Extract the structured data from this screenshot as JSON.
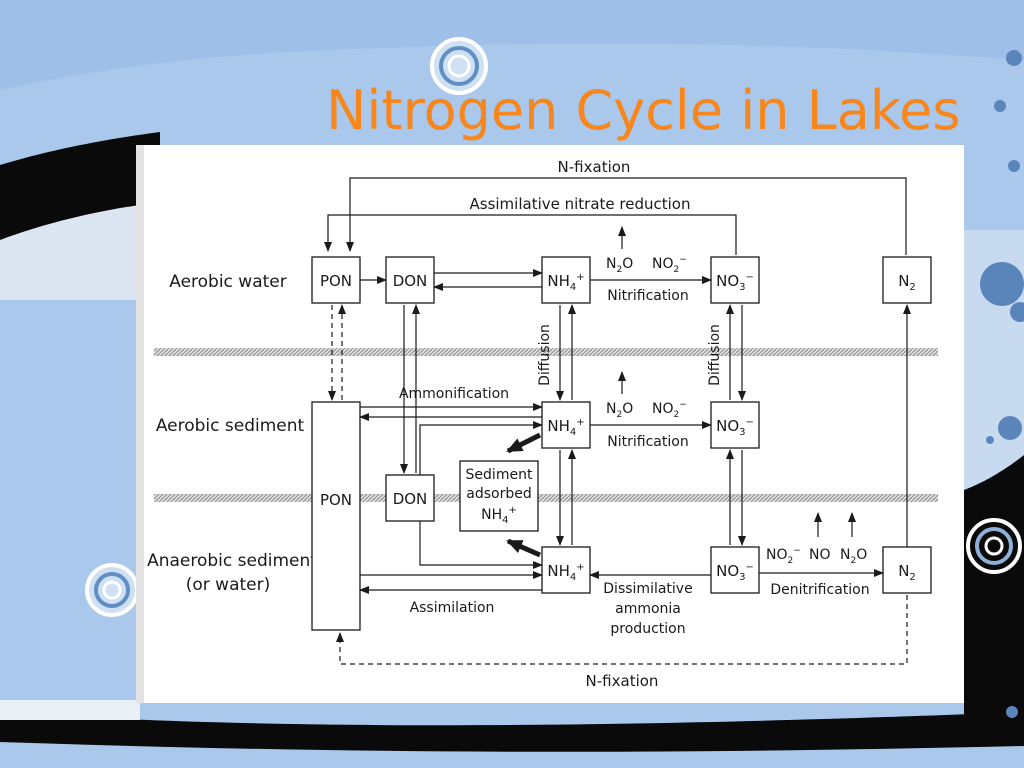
{
  "slide": {
    "title": "Nitrogen Cycle in Lakes",
    "colors": {
      "title": "#f7861c",
      "background_blue": "#a9c8ec",
      "band_dark": "#0a0a0a"
    }
  },
  "diagram": {
    "zones": {
      "aerobic_water": "Aerobic water",
      "aerobic_sediment": "Aerobic sediment",
      "anaerobic_sediment_1": "Anaerobic sediment",
      "anaerobic_sediment_2": "(or water)"
    },
    "boxes": {
      "pon": "PON",
      "don": "DON",
      "nh4": "NH",
      "nh4_sub": "4",
      "nh4_sup": "+",
      "no3": "NO",
      "no3_sub": "3",
      "no3_sup": "−",
      "n2": "N",
      "n2_sub": "2",
      "sediment_1": "Sediment",
      "sediment_2": "adsorbed",
      "sediment_3": "NH",
      "sediment_sub": "4",
      "sediment_sup": "+"
    },
    "gases": {
      "n2o": "N",
      "n2o_sub": "2",
      "n2o_o": "O",
      "no2": "NO",
      "no2_sub": "2",
      "no2_sup": "−",
      "no": "NO"
    },
    "processes": {
      "n_fixation": "N-fixation",
      "assimilative_nitrate_reduction": "Assimilative nitrate reduction",
      "nitrification": "Nitrification",
      "diffusion": "Diffusion",
      "ammonification": "Ammonification",
      "assimilation": "Assimilation",
      "denitrification": "Denitrification",
      "dissimilative_1": "Dissimilative",
      "dissimilative_2": "ammonia",
      "dissimilative_3": "production"
    }
  }
}
